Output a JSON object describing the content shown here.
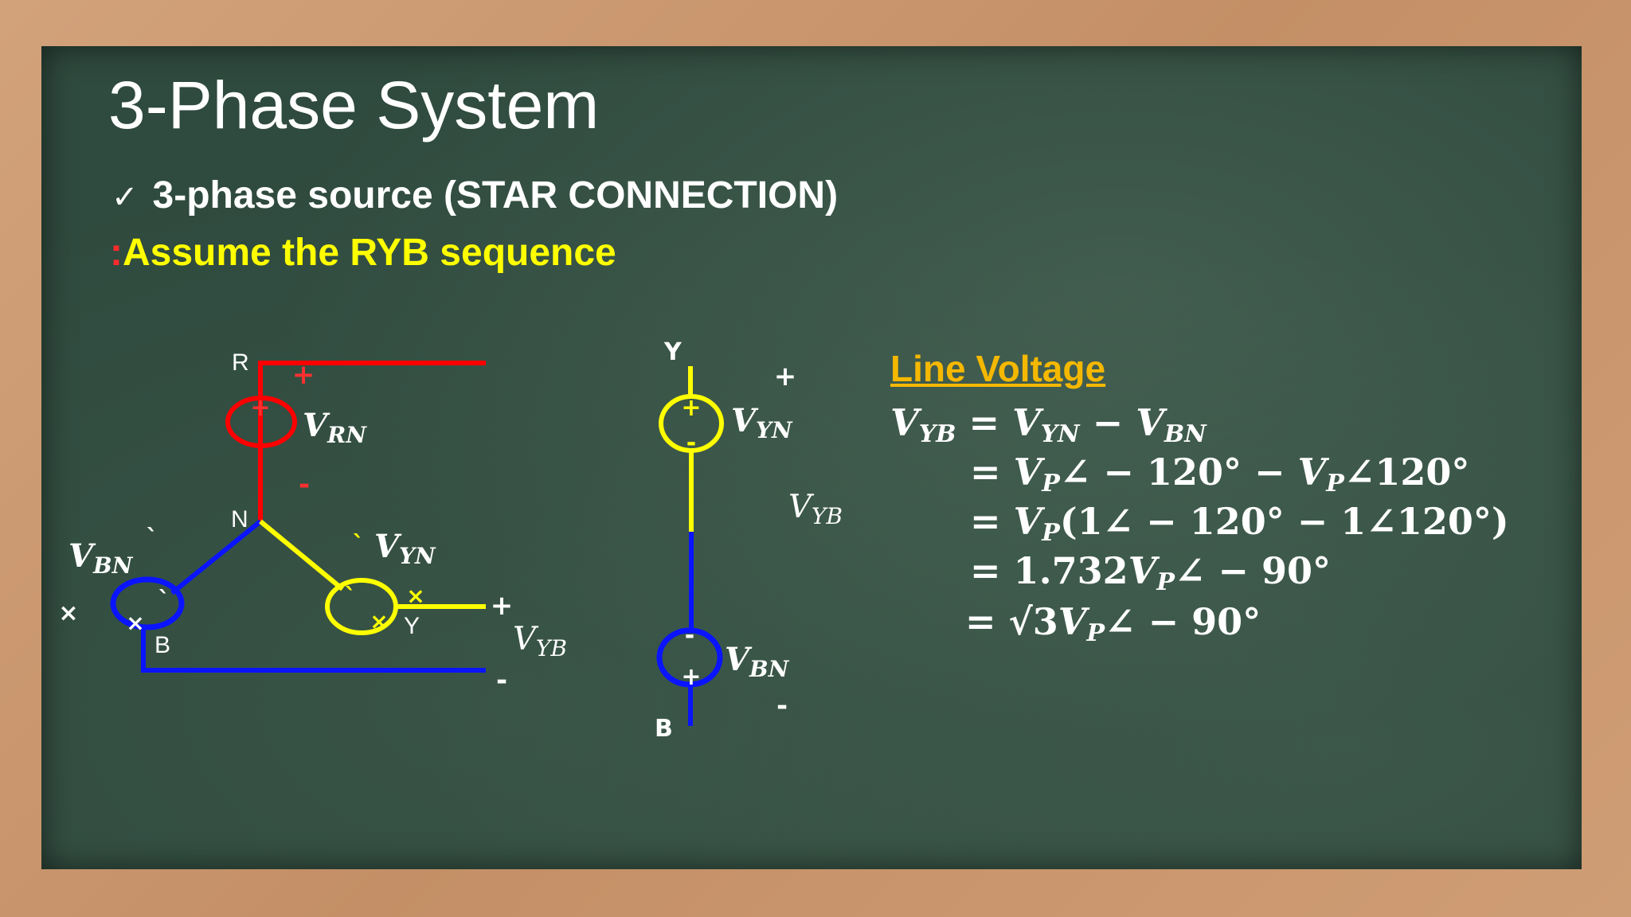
{
  "slide": {
    "title": "3-Phase System",
    "bullet_mark": "✓",
    "bullet": "3-phase source (STAR CONNECTION)",
    "note_colon": ":",
    "note": "Assume the RYB sequence"
  },
  "diagram": {
    "labels": {
      "R": "R",
      "N": "N",
      "B": "B",
      "Y": "Y",
      "Y_top": "Y",
      "B_bottom": "B"
    },
    "signs": {
      "plus": "+",
      "minus": "-",
      "cross": "×",
      "tick": "`"
    },
    "vectors": {
      "V": "V",
      "RN": "RN",
      "BN": "BN",
      "YN": "YN",
      "YB": "YB"
    },
    "colors": {
      "red_phase": "#ff0000",
      "yellow_phase": "#ffff00",
      "blue_phase": "#0a14ff"
    }
  },
  "equations": {
    "heading": "Line Voltage",
    "line1": {
      "lhs_V": "V",
      "lhs_sub": "YB",
      "eq": " = ",
      "a_V": "V",
      "a_sub": "YN",
      "minus": " − ",
      "b_V": "V",
      "b_sub": "BN"
    },
    "line2": {
      "eq": "= ",
      "a_V": "V",
      "a_sub": "P",
      "a_rest": "∠ − 120° − ",
      "b_V": "V",
      "b_sub": "P",
      "b_rest": "∠120°"
    },
    "line3": {
      "eq": "= ",
      "a_V": "V",
      "a_sub": "P",
      "a_rest": "(1∠ − 120° − 1∠120°)"
    },
    "line4": {
      "eq": "= 1.732",
      "a_V": "V",
      "a_sub": "P",
      "a_rest": "∠ − 90°"
    },
    "line5": {
      "eq": "= √3",
      "a_V": "V",
      "a_sub": "P",
      "a_rest": "∠ − 90°"
    }
  }
}
